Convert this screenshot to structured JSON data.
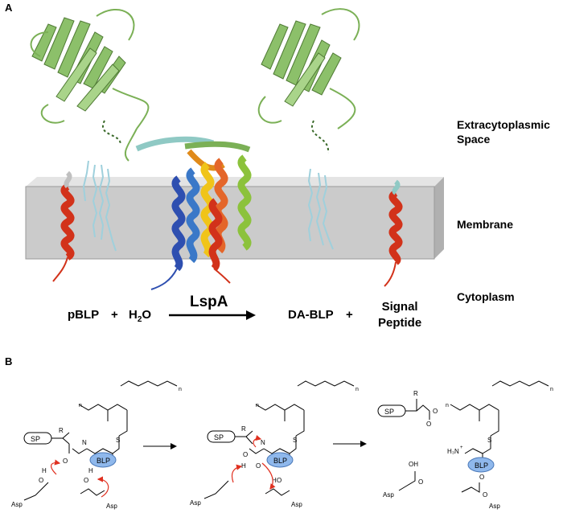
{
  "panel_a": {
    "letter": "A",
    "regions": {
      "extracytoplasmic_line1": "Extracytoplasmic",
      "extracytoplasmic_line2": "Space",
      "membrane": "Membrane",
      "cytoplasm": "Cytoplasm"
    },
    "reaction": {
      "reactant1": "pBLP",
      "plus1": "+",
      "reactant2": "H",
      "reactant2_sub": "2",
      "reactant2_tail": "O",
      "enzyme": "LspA",
      "product1": "DA-BLP",
      "plus2": "+",
      "product2_line1": "Signal",
      "product2_line2": "Peptide"
    }
  },
  "panel_b": {
    "letter": "B",
    "labels": {
      "sp": "SP",
      "blp": "BLP",
      "asp": "Asp",
      "r": "R",
      "n": "n",
      "h": "H",
      "o": "O",
      "oh": "OH",
      "nh": "N",
      "s": "S",
      "o_minus": "O",
      "h3n": "H₃N",
      "plus": "+"
    }
  },
  "colors": {
    "membrane": "#c8c8c8",
    "membrane_edge": "#9a9a9a",
    "bblp_green": "#8cc06a",
    "helix_red": "#d2321a",
    "lipid": "#9fd0dc",
    "arrow_red": "#e03020",
    "blp_blue": "#8fb8ec"
  }
}
